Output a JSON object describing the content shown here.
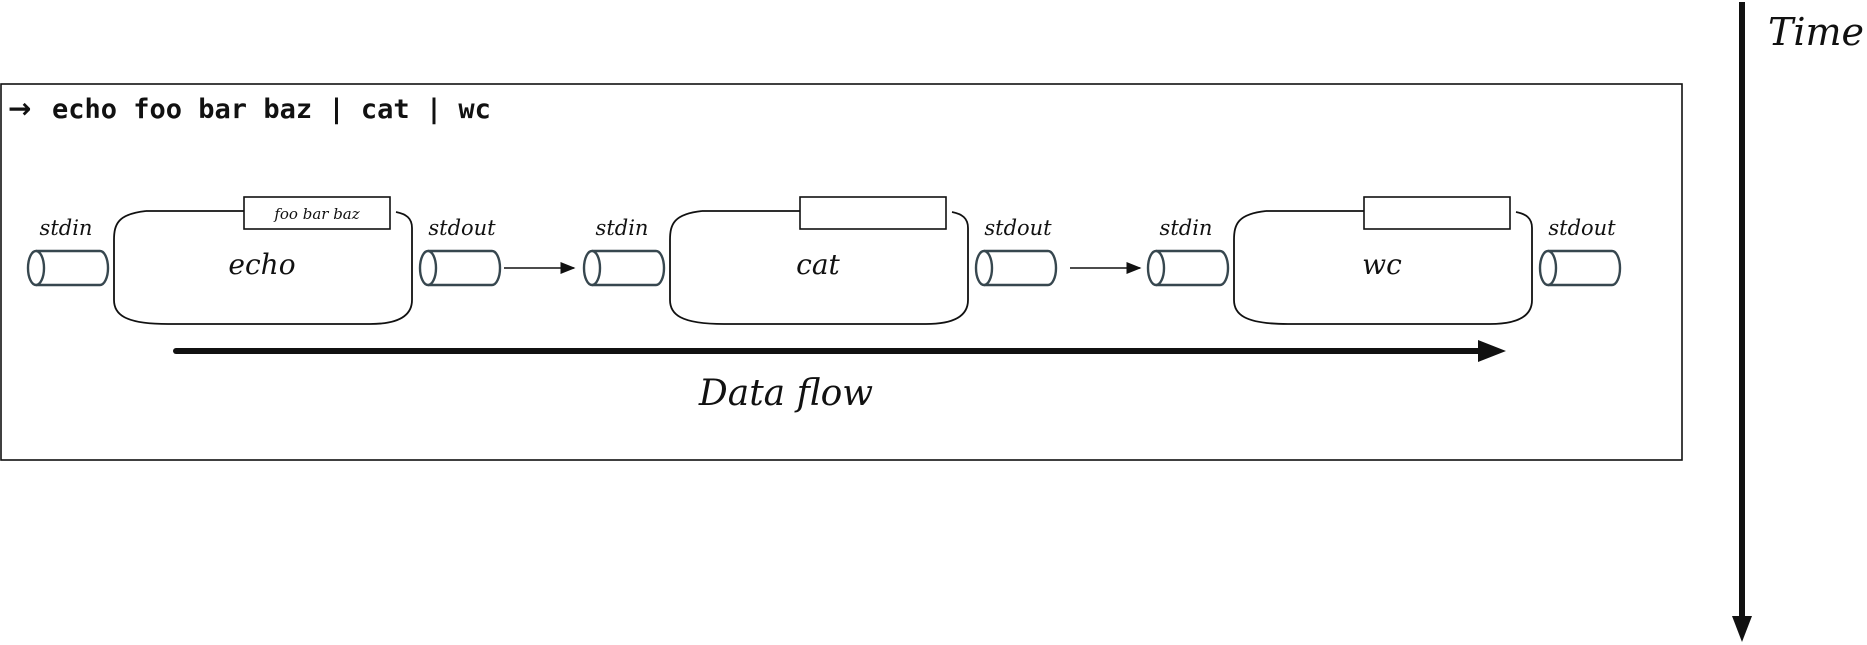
{
  "command": {
    "prompt_symbol": "→",
    "text": "echo foo bar baz | cat | wc"
  },
  "time_label": "Time",
  "data_flow_label": "Data flow",
  "processes": [
    {
      "name": "echo",
      "buffer": "foo bar baz",
      "stdin_label": "stdin",
      "stdout_label": "stdout"
    },
    {
      "name": "cat",
      "buffer": "",
      "stdin_label": "stdin",
      "stdout_label": "stdout"
    },
    {
      "name": "wc",
      "buffer": "",
      "stdin_label": "stdin",
      "stdout_label": "stdout"
    }
  ]
}
